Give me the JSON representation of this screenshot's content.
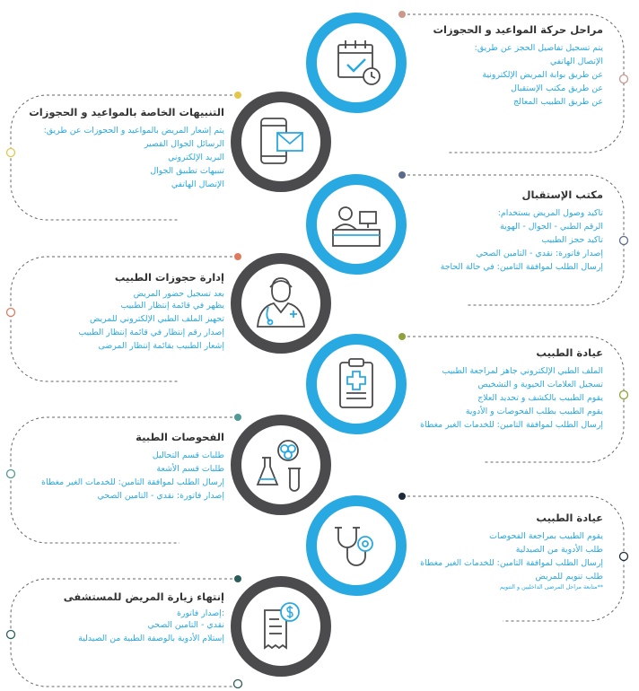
{
  "colors": {
    "blue": "#29a9e1",
    "dark": "#4b4b4d",
    "text_title": "#333333"
  },
  "steps": [
    {
      "title": "مراحل حركة المواعيد و الحجوزات",
      "lines": [
        "يتم تسجيل تفاصيل الحجز عن طريق:",
        "الإتصال الهاتفي",
        "عن طريق بوابة المريض الإلكترونية",
        "عن طريق مكتب الإستقبال",
        "عن طريق الطبيب المعالج"
      ],
      "icon": "calendar-check-icon",
      "dot_color": "#c9998e"
    },
    {
      "title": "التنبيهات الخاصة بالمواعيد و الحجوزات",
      "lines": [
        "يتم إشعار المريض بالمواعيد و الحجوزات عن طريق:",
        "الرسائل الجوال القصير",
        "البريد الإلكتروني",
        "تنبيهات تطبيق الجوال",
        "الإتصال الهاتفي"
      ],
      "icon": "mobile-message-icon",
      "dot_color": "#e4c64a"
    },
    {
      "title": "مكتب الإستقبال",
      "lines": [
        "تاكيد وصول المريض بستخدام:",
        "الرقم الطبي - الجوال - الهوية",
        "تاكيد حجز الطبيب",
        "إصدار فاتورة: نقدي - التامين الصحي",
        "إرسال الطلب لموافقة التامين: في حالة الحاجة"
      ],
      "icon": "reception-desk-icon",
      "dot_color": "#5a6a8c"
    },
    {
      "title": "إدارة حجوزات الطبيب",
      "lines": [
        "بعد تسجيل حضور المريض",
        "يظهر في قائمة إنتظار الطبيب",
        "تجهيز الملف الطبي الإلكتروني للمريض",
        "إصدار رقم إنتظار في قائمة إنتظار الطبيب",
        "إشعار الطبيب بقائمة إنتظار المرضى"
      ],
      "icon": "doctor-icon",
      "dot_color": "#e07a5f"
    },
    {
      "title": "عيادة الطبيب",
      "lines": [
        "الملف الطبي الإلكتروني جاهز لمراجعة الطبيب",
        "تسجيل العلامات الحيوية و التشخيص",
        "يقوم الطبيب بالكشف و تحديد العلاج",
        "يقوم الطبيب بطلب الفحوصات و الأدوية",
        "إرسال الطلب لموافقة التامين: للخدمات الغير مغطاة"
      ],
      "icon": "clipboard-medical-icon",
      "dot_color": "#8fa13a"
    },
    {
      "title": "الفحوصات الطبية",
      "lines": [
        "طلبات قسم التحاليل",
        "طلبات قسم الأشعة",
        "إرسال الطلب لموافقة التامين: للخدمات الغير مغطاة",
        "إصدار فاتورة: نقدي - التامين الصحي"
      ],
      "icon": "lab-flask-icon",
      "dot_color": "#4f9a94"
    },
    {
      "title": "عيادة الطبيب",
      "lines": [
        "يقوم الطبيب بمراجعة الفحوصات",
        "طلب الأدوية من الصيدلية",
        "إرسال الطلب لموافقة التامين: للخدمات الغير مغطاة",
        "طلب تنويم للمريض"
      ],
      "note": "**متابعة مراحل المرضى الداخليين و التنويم",
      "icon": "stethoscope-icon",
      "dot_color": "#1d2b3a"
    },
    {
      "title": "إنتهاء زيارة المريض للمستشفى",
      "lines": [
        ":إصدار فاتورة",
        "نقدي - التامين الصحي",
        "إستلام الأدوية بالوصفة الطبية من الصيدلية"
      ],
      "icon": "invoice-dollar-icon",
      "dot_color": "#2b5d5a"
    }
  ]
}
